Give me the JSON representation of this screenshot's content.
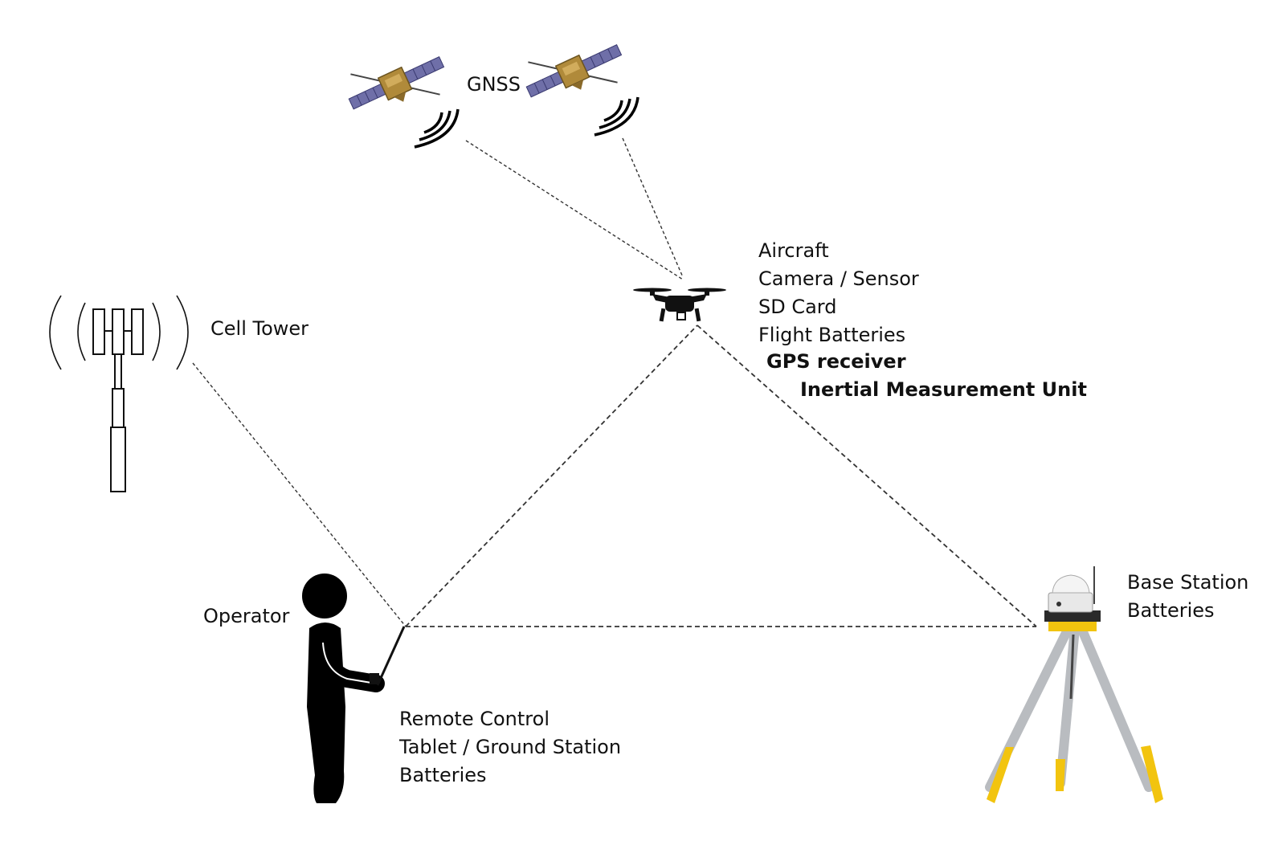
{
  "gnss": {
    "label": "GNSS"
  },
  "cell_tower": {
    "label": "Cell Tower"
  },
  "aircraft": {
    "lines": [
      "Aircraft",
      "Camera / Sensor",
      "SD Card",
      "Flight Batteries"
    ],
    "gps": "GPS receiver",
    "imu": "Inertial Measurement Unit"
  },
  "operator": {
    "label": "Operator",
    "lines": [
      "Remote Control",
      "Tablet / Ground Station",
      "Batteries"
    ]
  },
  "base_station": {
    "lines": [
      "Base Station",
      "Batteries"
    ]
  },
  "colors": {
    "satellite_panel": "#6f6fa8",
    "satellite_body": "#b08a3a",
    "tripod_leg": "#b9bcc0",
    "tripod_accent": "#f2c40f",
    "line": "#333333"
  },
  "icons": [
    "satellite-icon",
    "signal-waves-icon",
    "drone-icon",
    "cell-tower-icon",
    "person-icon",
    "tripod-icon",
    "gnss-receiver-icon"
  ]
}
